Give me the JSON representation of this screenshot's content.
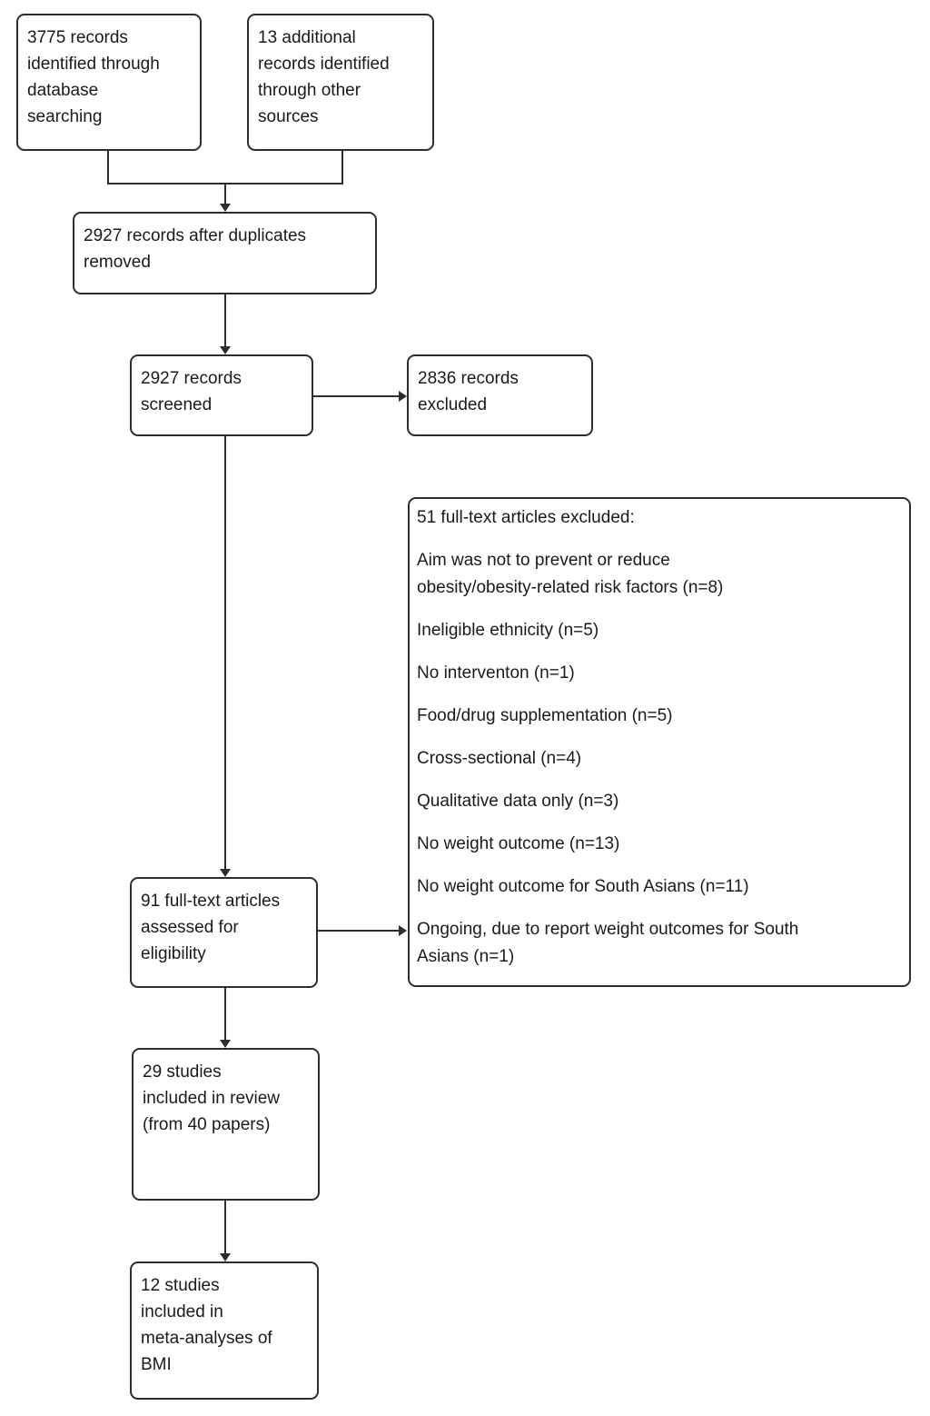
{
  "diagram": {
    "colors": {
      "line": "#2d2d2d",
      "text": "#1a1a1a",
      "box_background": "#ffffff",
      "page_background": "#ffffff"
    },
    "boxes": {
      "identified_database": "3775 records\nidentified through\ndatabase\nsearching",
      "identified_other": "13 additional\nrecords identified\nthrough other\nsources",
      "after_duplicates": "2927 records after duplicates\nremoved",
      "screened": "2927 records\nscreened",
      "records_excluded": "2836 records\nexcluded",
      "fulltext_assessed": "91 full-text articles\nassessed for\neligibility",
      "included_review": "29 studies\nincluded in review\n(from 40 papers)",
      "included_meta": "12 studies\nincluded in\nmeta-analyses of\nBMI"
    },
    "fulltext_excluded": {
      "title": "51 full-text articles excluded:",
      "reasons": [
        "Aim was not to prevent or reduce\nobesity/obesity-related risk factors (n=8)",
        "Ineligible ethnicity (n=5)",
        "No interventon (n=1)",
        "Food/drug supplementation (n=5)",
        "Cross-sectional (n=4)",
        "Qualitative data only (n=3)",
        "No weight outcome (n=13)",
        "No weight outcome for South Asians (n=11)",
        "Ongoing, due to report weight outcomes for South\nAsians (n=1)"
      ]
    }
  }
}
